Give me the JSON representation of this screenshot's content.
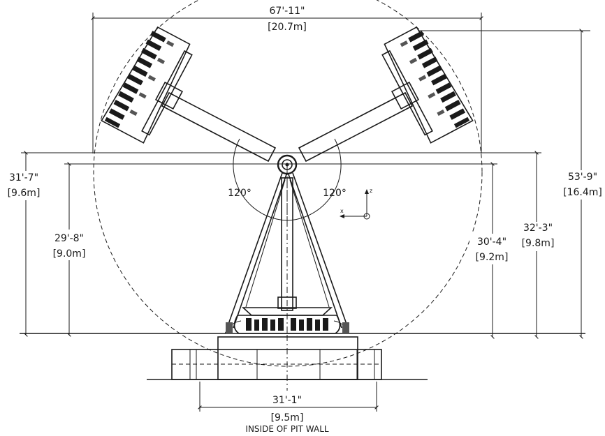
{
  "dimensions": {
    "overall_width": {
      "ft": "67'-11\"",
      "m": "[20.7m]"
    },
    "overall_height": {
      "ft": "53'-9\"",
      "m": "[16.4m]"
    },
    "pivot_height_left": {
      "ft": "31'-7\"",
      "m": "[9.6m]"
    },
    "pivot_inner_left": {
      "ft": "29'-8\"",
      "m": "[9.0m]"
    },
    "pivot_inner_right": {
      "ft": "30'-4\"",
      "m": "[9.2m]"
    },
    "pivot_height_right": {
      "ft": "32'-3\"",
      "m": "[9.8m]"
    },
    "pit_width": {
      "ft": "31'-1\"",
      "m": "[9.5m]",
      "caption": "INSIDE OF PIT WALL"
    }
  },
  "angles": {
    "left": "120°",
    "right": "120°"
  },
  "axes": {
    "x": "x",
    "z": "z"
  }
}
